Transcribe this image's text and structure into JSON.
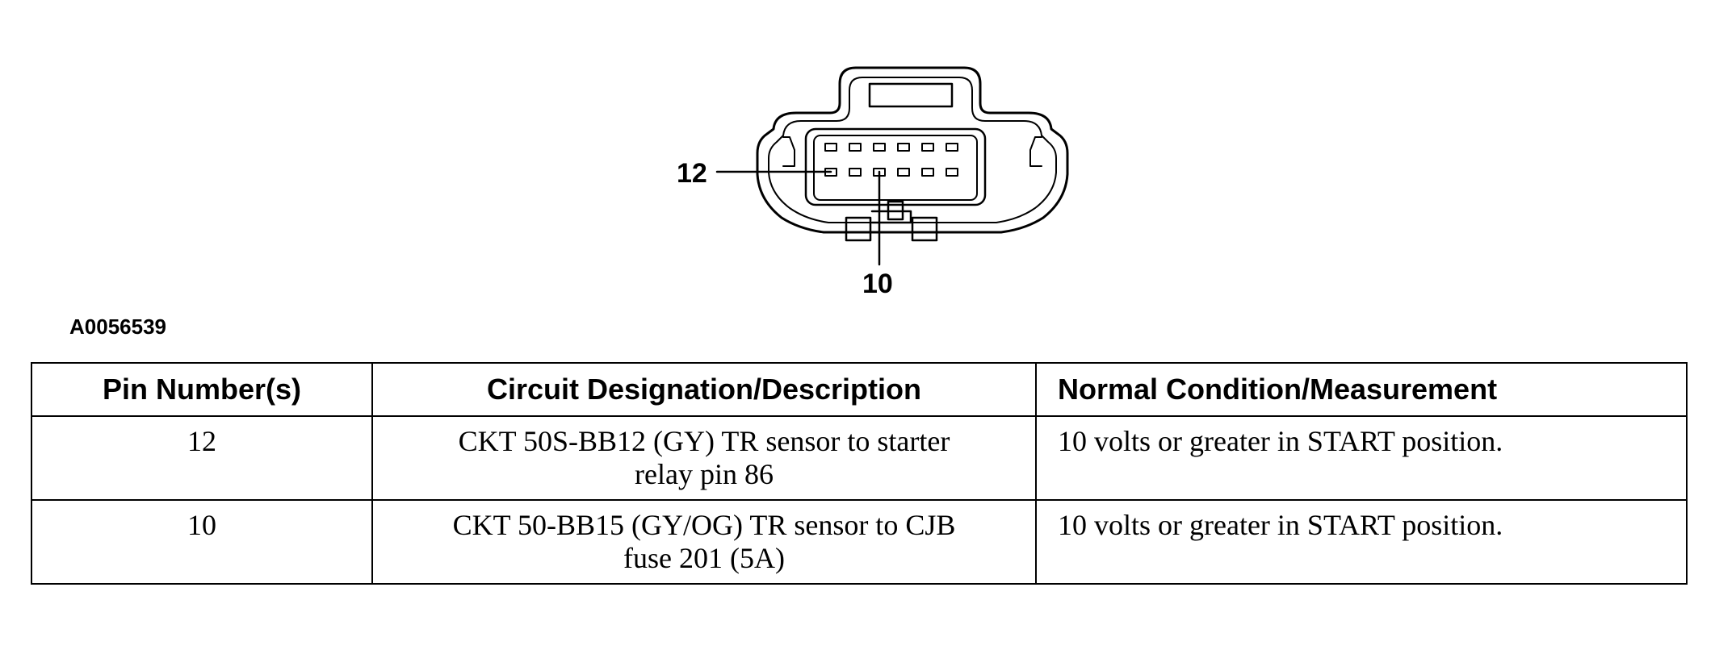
{
  "figure": {
    "callouts": [
      "12",
      "10"
    ],
    "figure_id": "A0056539"
  },
  "table": {
    "headers": [
      "Pin Number(s)",
      "Circuit Designation/Description",
      "Normal Condition/Measurement"
    ],
    "rows": [
      {
        "pin": "12",
        "description_line1": "CKT 50S-BB12 (GY) TR sensor to starter",
        "description_line2": "relay pin 86",
        "measurement": "10 volts or greater in START position."
      },
      {
        "pin": "10",
        "description_line1": "CKT 50-BB15 (GY/OG) TR sensor to CJB",
        "description_line2": "fuse 201 (5A)",
        "measurement": "10 volts or greater in START position."
      }
    ]
  }
}
